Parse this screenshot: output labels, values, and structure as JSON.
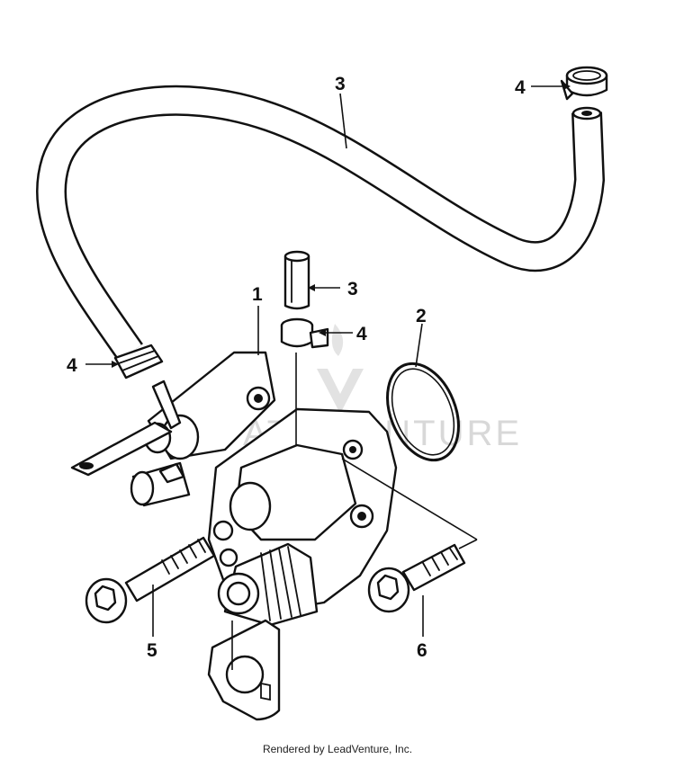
{
  "callouts": {
    "c1": "1",
    "c2": "2",
    "c3_hose": "3",
    "c3_short": "3",
    "c4_top": "4",
    "c4_mid": "4",
    "c4_left": "4",
    "c5": "5",
    "c6": "6"
  },
  "watermark": "ATV  VENTURE",
  "footer": "Rendered by LeadVenture, Inc."
}
